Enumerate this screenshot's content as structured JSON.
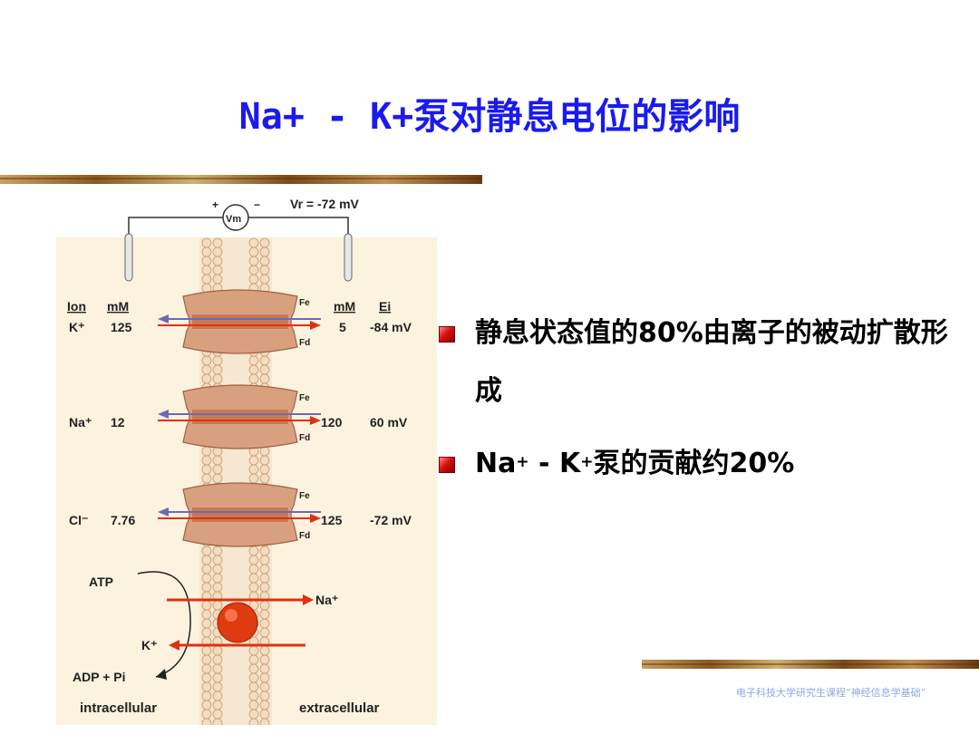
{
  "slide": {
    "title": "Na+ - K+泵对静息电位的影响",
    "bullets": [
      {
        "text": "静息状态值的80%由离子的被动扩散形成"
      },
      {
        "pre": "Na",
        "sup1": "+",
        "mid": " - K",
        "sup2": "+",
        "post": "泵的贡献约20%"
      }
    ],
    "footer": "电子科技大学研究生课程“神经信息学基础”"
  },
  "diagram": {
    "vm_label": "Vm",
    "plus": "+",
    "minus": "−",
    "vr_label": "Vr = -72 mV",
    "col_ion": "Ion",
    "col_mm": "mM",
    "col_mm_ext": "mM",
    "col_ei": "Ei",
    "fe": "Fe",
    "fd": "Fd",
    "rows": [
      {
        "ion": "K⁺",
        "in": "125",
        "out": "5",
        "ei": "-84 mV"
      },
      {
        "ion": "Na⁺",
        "in": "12",
        "out": "120",
        "ei": "60 mV"
      },
      {
        "ion": "Cl⁻",
        "in": "7.76",
        "out": "125",
        "ei": "-72 mV"
      }
    ],
    "atp": "ATP",
    "pump_na": "Na⁺",
    "pump_k": "K⁺",
    "adp": "ADP + Pi",
    "intracellular": "intracellular",
    "extracellular": "extracellular",
    "colors": {
      "title": "#1a1af0",
      "protein": "#d9a080",
      "arrow_red": "#e03010",
      "arrow_blue": "#6a6ab8",
      "lipid": "#e8c8a8"
    }
  }
}
